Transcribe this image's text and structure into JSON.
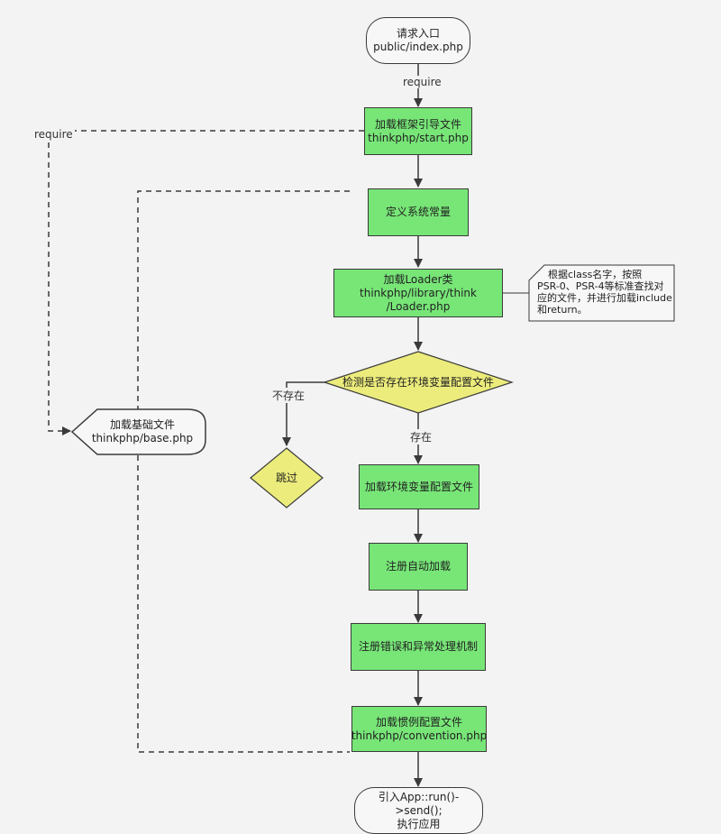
{
  "nodes": {
    "start": [
      "请求入口",
      "public/index.php"
    ],
    "start_php": [
      "加载框架引导文件",
      "thinkphp/start.php"
    ],
    "define_constants": [
      "定义系统常量"
    ],
    "loader": [
      "加载Loader类",
      "thinkphp/library/think",
      "/Loader.php"
    ],
    "env_check": [
      "检测是否存在环境变量配置文件"
    ],
    "skip": [
      "跳过"
    ],
    "load_env": [
      "加载环境变量配置文件"
    ],
    "autoload": [
      "注册自动加载"
    ],
    "error_handler": [
      "注册错误和异常处理机制"
    ],
    "convention": [
      "加载惯例配置文件",
      "thinkphp/convention.php"
    ],
    "base": [
      "加载基础文件",
      "thinkphp/base.php"
    ],
    "run": [
      "引入App::run()->send();",
      "执行应用"
    ]
  },
  "note": [
    "根据class名字，按照",
    "PSR-0、PSR-4等标准查找对",
    "应的文件，并进行加载include",
    "和return。"
  ],
  "edge_labels": {
    "require_main": "require",
    "require_side": "require",
    "not_exists": "不存在",
    "exists": "存在"
  },
  "colors": {
    "process_fill": "#77e677",
    "decision_fill": "#ecec7c",
    "terminal_fill": "#f7f7f7",
    "line": "#3a3a3a",
    "background": "#f3f3f3"
  }
}
